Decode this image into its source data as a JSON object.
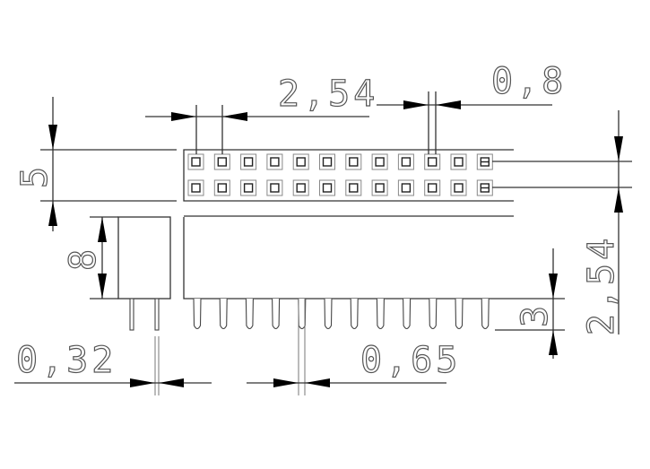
{
  "drawing": {
    "title": "Dual-row pin header socket, 2x12, dimensioned drawing",
    "line_color": "#333333",
    "pad_columns": 12,
    "pad_rows": 2,
    "pin_count_front": 12,
    "pin_count_side": 2
  },
  "dimensions": {
    "pitch_top": "2,54",
    "pad_width": "0,8",
    "height_top": "5",
    "body_height": "8",
    "pin_width_side": "0,32",
    "pin_width_front": "0,65",
    "pin_length": "3",
    "row_pitch": "2,54"
  }
}
